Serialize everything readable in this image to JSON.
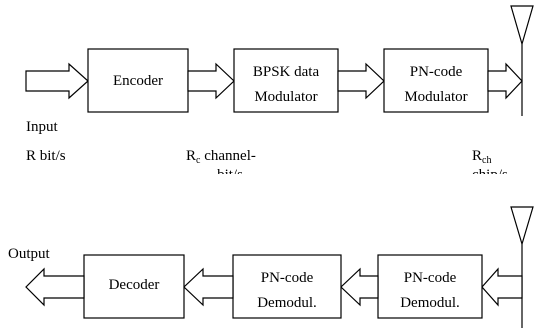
{
  "transmitter": {
    "input_label": "Input",
    "input_rate": "R bit/s",
    "encoder": "Encoder",
    "bpsk": [
      "BPSK data",
      "Modulator"
    ],
    "pn_mod": [
      "PN-code",
      "Modulator"
    ],
    "rc_main": "R",
    "rc_sub": "c",
    "rc_rest": " channel-",
    "rc_unit": "bit/s",
    "rch_main": "R",
    "rch_sub": "ch",
    "rch_unit": "chip/s"
  },
  "receiver": {
    "output_label": "Output",
    "decoder": "Decoder",
    "pn_demod1": [
      "PN-code",
      "Demodul."
    ],
    "pn_demod2": [
      "PN-code",
      "Demodul."
    ]
  }
}
